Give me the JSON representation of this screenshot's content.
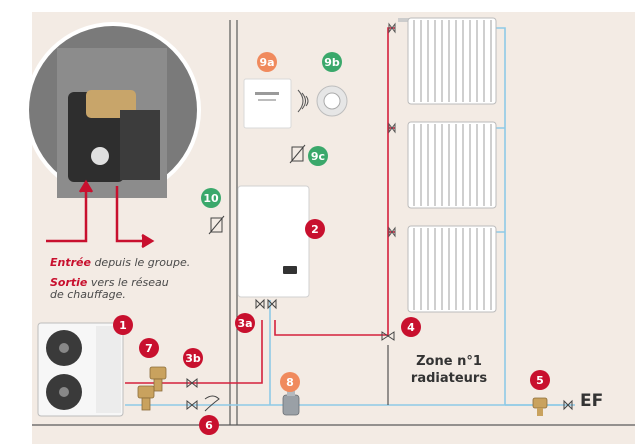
{
  "badges": {
    "b1": {
      "label": "1",
      "color": "#c8102e"
    },
    "b2": {
      "label": "2",
      "color": "#c8102e"
    },
    "b3a": {
      "label": "3a",
      "color": "#c8102e"
    },
    "b3b": {
      "label": "3b",
      "color": "#c8102e"
    },
    "b4": {
      "label": "4",
      "color": "#c8102e"
    },
    "b5": {
      "label": "5",
      "color": "#c8102e"
    },
    "b6": {
      "label": "6",
      "color": "#c8102e"
    },
    "b7": {
      "label": "7",
      "color": "#c8102e"
    },
    "b8": {
      "label": "8",
      "color": "#f08a5d"
    },
    "b9a": {
      "label": "9a",
      "color": "#f08a5d"
    },
    "b9b": {
      "label": "9b",
      "color": "#3aa86b"
    },
    "b9c": {
      "label": "9c",
      "color": "#3aa86b"
    },
    "b10": {
      "label": "10",
      "color": "#3aa86b"
    }
  },
  "notes": {
    "entree_strong": "Entrée",
    "entree_rest": " depuis le groupe.",
    "sortie_strong": "Sortie",
    "sortie_line1": " vers le réseau",
    "sortie_line2": "de chauffage."
  },
  "zone": {
    "line1": "Zone n°1",
    "line2": "radiateurs"
  },
  "ef_label": "EF",
  "colors": {
    "background": "#f3ebe4",
    "hot_pipe": "#d4213d",
    "cold_pipe": "#8ecae6",
    "wall": "#555555",
    "accent": "#c8102e"
  }
}
